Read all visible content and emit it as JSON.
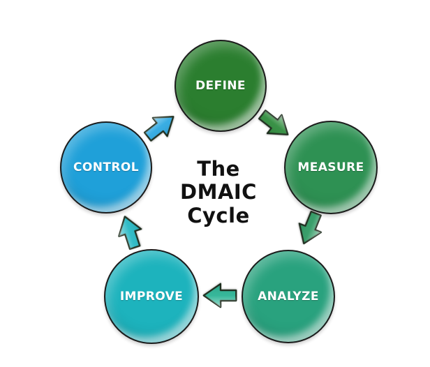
{
  "background_color": "#ffffff",
  "title": {
    "line1": "The",
    "line2": "DMAIC",
    "line3": "Cycle",
    "color": "#111111"
  },
  "cycle": {
    "label_text_color": "#ffffff",
    "steps": [
      {
        "id": "define",
        "label": "DEFINE",
        "color": "#2b7e2f"
      },
      {
        "id": "measure",
        "label": "MEASURE",
        "color": "#2e9153"
      },
      {
        "id": "analyze",
        "label": "ANALYZE",
        "color": "#29a27e"
      },
      {
        "id": "improve",
        "label": "IMPROVE",
        "color": "#1db3bd"
      },
      {
        "id": "control",
        "label": "CONTROL",
        "color": "#1fa0d9"
      }
    ],
    "arrows": [
      {
        "id": "control-to-define",
        "from": "CONTROL",
        "to": "DEFINE",
        "color": "#2fa9e2"
      },
      {
        "id": "define-to-measure",
        "from": "DEFINE",
        "to": "MEASURE",
        "color": "#2f8c3d"
      },
      {
        "id": "measure-to-analyze",
        "from": "MEASURE",
        "to": "ANALYZE",
        "color": "#2f9a63"
      },
      {
        "id": "analyze-to-improve",
        "from": "ANALYZE",
        "to": "IMPROVE",
        "color": "#2bb394"
      },
      {
        "id": "improve-to-control",
        "from": "IMPROVE",
        "to": "CONTROL",
        "color": "#27b9c4"
      }
    ]
  }
}
